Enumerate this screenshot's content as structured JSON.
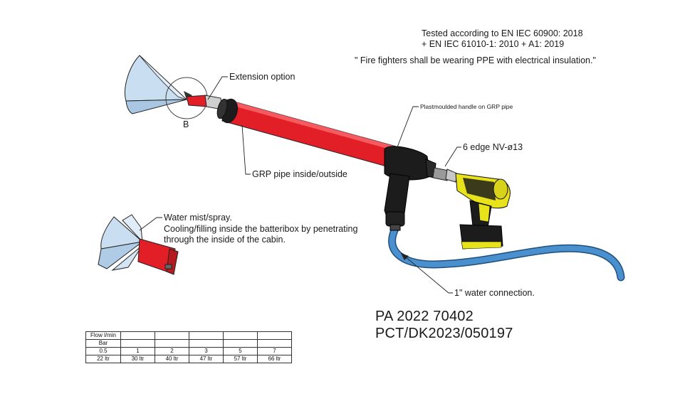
{
  "tested": {
    "line1": "Tested according to  EN IEC 60900: 2018",
    "line2": "+ EN IEC 61010-1: 2010 + A1: 2019"
  },
  "quote": "\" Fire fighters shall be wearing PPE with electrical insulation.\"",
  "labels": {
    "extension": "Extension option",
    "detail_b": "B",
    "grp_pipe": "GRP pipe inside/outside",
    "handle": "Plastmoulded handle on GRP pipe",
    "edge": "6 edge NV-ø13",
    "water_connection": "1\" water connection."
  },
  "mist": {
    "line1": "Water mist/spray.",
    "line2": "Cooling/filling inside the batteribox by penetrating",
    "line3": "through the inside of the cabin."
  },
  "patent": {
    "pa": "PA 2022 70402",
    "pct": "PCT/DK2023/050197"
  },
  "flow_table": {
    "header_flow": "Flow l/min",
    "header_bar": "Bar",
    "bar_values": [
      "0.5",
      "1",
      "2",
      "3",
      "5",
      "7"
    ],
    "flow_values": [
      "22 ltr",
      "30 ltr",
      "40 ltr",
      "47 ltr",
      "57 ltr",
      "66 ltr"
    ]
  },
  "colors": {
    "pipe_red": "#e21f26",
    "handle_black": "#1c1c1c",
    "hose_blue": "#3f86c6",
    "drill_yellow": "#e8e21a",
    "spray_blue": "#bcd6ec"
  }
}
